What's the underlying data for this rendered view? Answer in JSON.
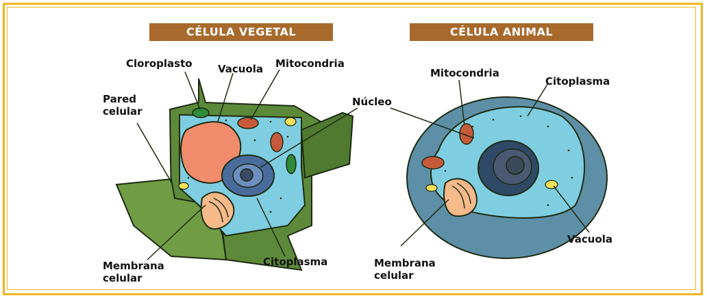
{
  "colors": {
    "frame": "#f3b51f",
    "title_bg": "#a86a2c",
    "wall": "#5d8a3a",
    "cytoplasm": "#7fcde0",
    "vacuole": "#f08c6c",
    "nucleus": "#4a6c9c",
    "golgi": "#f5b98a"
  },
  "plant_cell": {
    "title": "CÉLULA VEGETAL",
    "labels": {
      "cloroplasto": "Cloroplasto",
      "vacuola": "Vacuola",
      "mitocondria": "Mitocondria",
      "nucleo": "Núcleo",
      "pared": "Pared\ncelular",
      "membrana": "Membrana\ncelular",
      "citoplasma": "Citoplasma"
    }
  },
  "animal_cell": {
    "title": "CÉLULA ANIMAL",
    "labels": {
      "mitocondria": "Mitocondria",
      "citoplasma": "Citoplasma",
      "vacuola": "Vacuola",
      "membrana": "Membrana\ncelular"
    }
  }
}
